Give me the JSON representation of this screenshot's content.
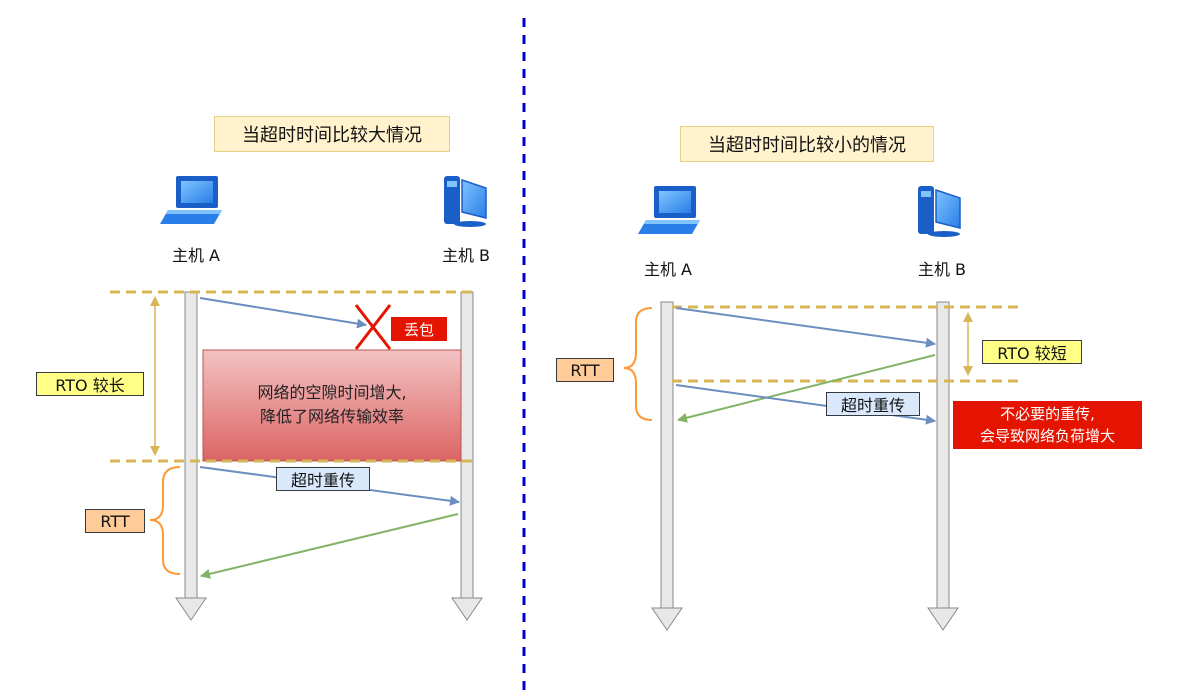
{
  "left": {
    "title": "当超时时间比较大情况",
    "host_a": "主机 A",
    "host_b": "主机 B",
    "lost_label": "丢包",
    "rto_label": "RTO 较长",
    "gap_note_line1": "网络的空隙时间增大,",
    "gap_note_line2": "降低了网络传输效率",
    "retransmit_label": "超时重传",
    "rtt_label": "RTT"
  },
  "right": {
    "title": "当超时时间比较小的情况",
    "host_a": "主机 A",
    "host_b": "主机 B",
    "rtt_label": "RTT",
    "rto_label": "RTO 较短",
    "retransmit_label": "超时重传",
    "warning_line1": "不必要的重传,",
    "warning_line2": "会导致网络负荷增大"
  },
  "colors": {
    "divider": "#0000cc",
    "dashed_line": "#d6b656",
    "data_arrow": "#6c8ebf",
    "ack_arrow": "#82b366",
    "brace": "#ff9933",
    "lost_cross": "#e51400",
    "timeline": "#e8e8e8"
  },
  "icons": {
    "host_a": "laptop-icon",
    "host_b": "desktop-computer-icon"
  }
}
